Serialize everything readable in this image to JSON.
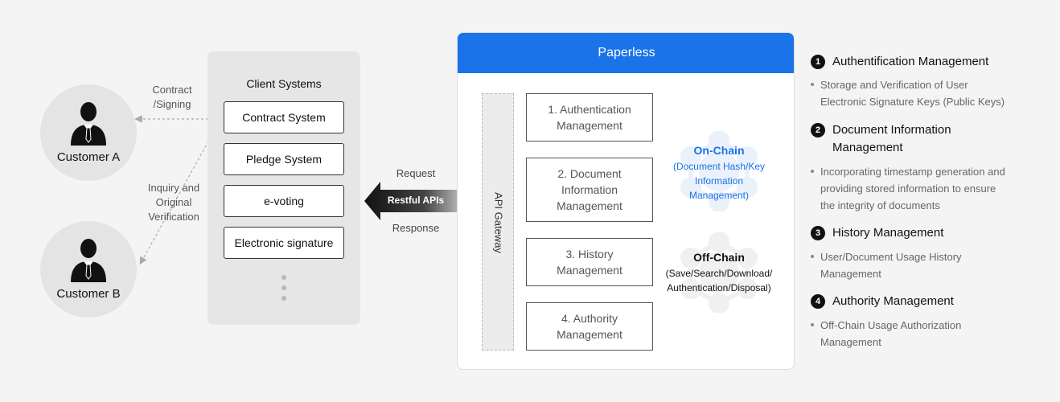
{
  "customers": [
    {
      "label": "Customer A"
    },
    {
      "label": "Customer B"
    }
  ],
  "links": {
    "contract_line1": "Contract",
    "contract_line2": "/Signing",
    "inquiry_line1": "Inquiry and",
    "inquiry_line2": "Original",
    "inquiry_line3": "Verification"
  },
  "client_systems": {
    "title": "Client Systems",
    "items": [
      "Contract System",
      "Pledge System",
      "e-voting",
      "Electronic signature"
    ]
  },
  "api": {
    "request": "Request",
    "label": "Restful APIs",
    "response": "Response"
  },
  "paperless": {
    "title": "Paperless",
    "gateway": "API Gateway",
    "modules": [
      {
        "line1": "1. Authentication",
        "line2": "Management",
        "line3": ""
      },
      {
        "line1": "2. Document",
        "line2": "Information",
        "line3": "Management"
      },
      {
        "line1": "3. History",
        "line2": "Management",
        "line3": ""
      },
      {
        "line1": "4. Authority",
        "line2": "Management",
        "line3": ""
      }
    ],
    "on_chain": {
      "title": "On-Chain",
      "line1": "(Document Hash/Key",
      "line2": "Information",
      "line3": "Management)"
    },
    "off_chain": {
      "title": "Off-Chain",
      "line1": "(Save/Search/Download/",
      "line2": "Authentication/Disposal)"
    }
  },
  "features": [
    {
      "num": "1",
      "title": "Authentification Management",
      "title2": "",
      "desc1": "Storage and Verification of User",
      "desc2": "Electronic Signature Keys (Public Keys)",
      "desc3": ""
    },
    {
      "num": "2",
      "title": "Document Information",
      "title2": "Management",
      "desc1": "Incorporating timestamp generation and",
      "desc2": "providing stored information to ensure",
      "desc3": "the integrity of documents"
    },
    {
      "num": "3",
      "title": "History Management",
      "title2": "",
      "desc1": "User/Document Usage History",
      "desc2": "Management",
      "desc3": ""
    },
    {
      "num": "4",
      "title": "Authority Management",
      "title2": "",
      "desc1": "Off-Chain Usage Authorization",
      "desc2": "Management",
      "desc3": ""
    }
  ],
  "colors": {
    "accent": "#1a73e8",
    "on_chain": "#1a73e8",
    "off_chain": "#111111"
  }
}
